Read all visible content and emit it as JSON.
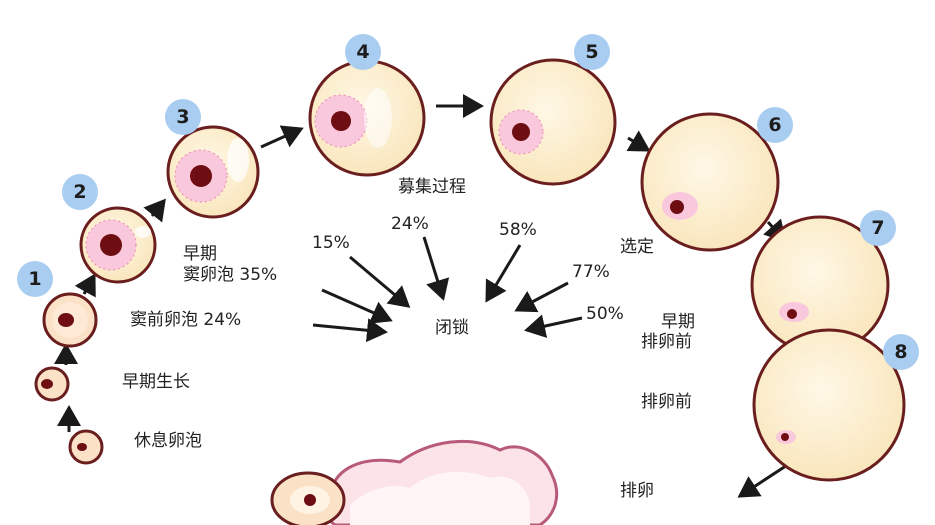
{
  "stages": [
    {
      "number": "1",
      "label": ""
    },
    {
      "number": "2",
      "label": ""
    },
    {
      "number": "3",
      "label": ""
    },
    {
      "number": "4",
      "label": ""
    },
    {
      "number": "5",
      "label": ""
    },
    {
      "number": "6",
      "label": ""
    },
    {
      "number": "7",
      "label": ""
    },
    {
      "number": "8",
      "label": ""
    }
  ],
  "labels": {
    "resting": "休息卵泡",
    "early_growth": "早期生长",
    "preantral": "窦前卵泡 24%",
    "early_antral_line1": "早期",
    "early_antral_line2": "窦卵泡 35%",
    "recruitment": "募集过程",
    "selection": "选定",
    "atresia": "闭锁",
    "early_preovulatory_line1": "早期",
    "early_preovulatory_line2": "排卵前",
    "preovulatory": "排卵前",
    "ovulation": "排卵"
  },
  "atresia_percentages": {
    "p15": "15%",
    "p24": "24%",
    "p58": "58%",
    "p77": "77%",
    "p50": "50%"
  },
  "colors": {
    "follicle_fill": "#fdf0d0",
    "follicle_stroke": "#6a1e1e",
    "oocyte_core": "#6e0e12",
    "granulosa_dots": "#f2a6c8",
    "badge": "#a9cdf0",
    "arrow": "#1a1a1a",
    "tube_fill": "#fbe3e8"
  }
}
